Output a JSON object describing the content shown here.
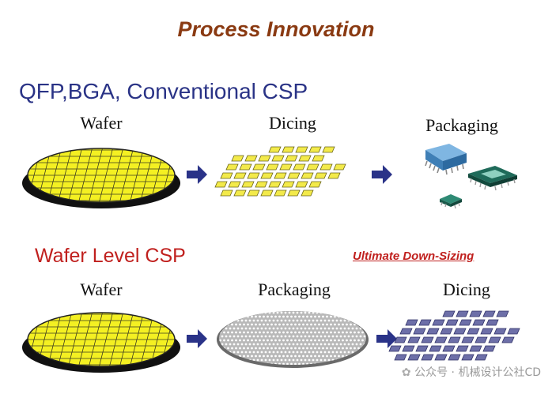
{
  "title": "Process Innovation",
  "sections": [
    {
      "heading": "QFP,BGA, Conventional CSP",
      "steps": [
        "Wafer",
        "Dicing",
        "Packaging"
      ]
    },
    {
      "heading": "Wafer Level CSP",
      "steps": [
        "Wafer",
        "Packaging",
        "Dicing"
      ]
    }
  ],
  "tagline": "Ultimate Down-Sizing",
  "watermark": "公众号 · 机械设计公社CD",
  "colors": {
    "title": "#8a3a12",
    "conventional_heading": "#2a3386",
    "wlcsp_heading": "#c0201e",
    "wafer_yellow": "#f4f022",
    "arrow": "#2a3388",
    "die_yellow": "#f3ea4a",
    "die_blue": "#6d6fa8",
    "wafer_gray": "#b9b9b9"
  },
  "icons": [
    "wafer-icon",
    "arrow-right-icon",
    "diced-chips-icon",
    "packaged-chip-icon",
    "bumped-wafer-icon",
    "watermark-icon"
  ]
}
